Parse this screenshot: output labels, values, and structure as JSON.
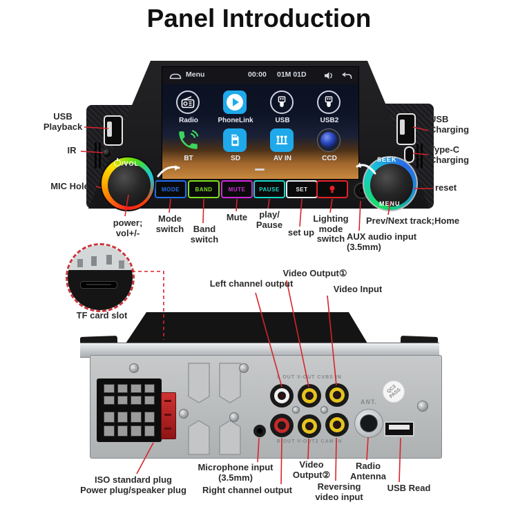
{
  "title": "Panel Introduction",
  "colors": {
    "callout_line": "#d8232a",
    "btn_mode": "#1f6ff0",
    "btn_band": "#7ee01c",
    "btn_mute": "#d028e0",
    "btn_pause": "#18d8c8",
    "btn_set": "#f0f0f0",
    "btn_lamp": "#e82028"
  },
  "front": {
    "statusbar": {
      "menu": "Menu",
      "time": "00:00",
      "date": "01M 01D"
    },
    "apps": [
      {
        "label": "Radio"
      },
      {
        "label": "PhoneLink"
      },
      {
        "label": "USB"
      },
      {
        "label": "USB2"
      },
      {
        "label": "BT"
      },
      {
        "label": "SD"
      },
      {
        "label": "AV IN"
      },
      {
        "label": "CCD"
      }
    ],
    "buttons": [
      {
        "label": "MODE"
      },
      {
        "label": "BAND"
      },
      {
        "label": "MUTE"
      },
      {
        "label": "PAUSE"
      },
      {
        "label": "SET"
      },
      {
        "label": ""
      }
    ],
    "knobs": {
      "left_label": "/VOL",
      "right_top": "SEEK",
      "right_bottom": "MENU"
    }
  },
  "rear": {
    "engraved_top": "L OUT   V-OUT   CVBS IN",
    "engraved_bottom": "R OUT   V-OUT2   CAM IN",
    "ant_label": "ANT.",
    "sticker": "QC3\nPASS"
  },
  "callouts": {
    "usb_playback": "USB\nPlayback",
    "ir": "IR",
    "mic_hole": "MIC Hole",
    "usb_charging": "USB\nCharging",
    "typec_charging": "Type-C\nCharging",
    "reset": "reset",
    "power": "power;\nvol+/-",
    "mode": "Mode\nswitch",
    "band": "Band\nswitch",
    "mute": "Mute",
    "play_pause": "play/\nPause",
    "set_up": "set up",
    "lighting": "Lighting\nmode\nswitch",
    "aux": "AUX audio input\n(3.5mm)",
    "prev_next": "Prev/Next track;Home",
    "tf": "TF card slot",
    "left_channel": "Left channel output",
    "video_out1": "Video Output①",
    "video_in": "Video Input",
    "iso": "ISO standard plug\nPower plug/speaker plug",
    "mic_in": "Microphone input\n(3.5mm)",
    "right_channel": "Right channel output",
    "video_out2": "Video\nOutput②",
    "reversing": "Reversing\nvideo input",
    "antenna": "Radio\nAntenna",
    "usb_read": "USB Read"
  }
}
